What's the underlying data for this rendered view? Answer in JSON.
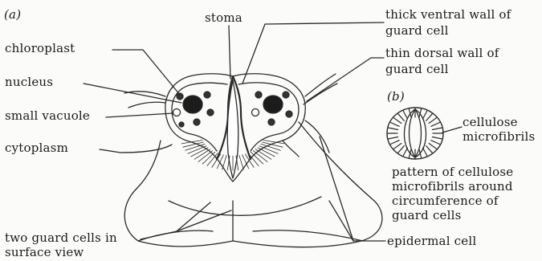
{
  "panels": {
    "a": "(a)",
    "b": "(b)"
  },
  "labels": {
    "stoma": "stoma",
    "chloroplast": "chloroplast",
    "nucleus": "nucleus",
    "small_vacuole": "small vacuole",
    "cytoplasm": "cytoplasm",
    "thick_wall_line1": "thick ventral wall of",
    "thick_wall_line2": "guard cell",
    "thin_wall_line1": "thin dorsal wall of",
    "thin_wall_line2": "guard cell",
    "cellulose_line1": "cellulose",
    "cellulose_line2": "microfibrils",
    "pattern_line1": "pattern of cellulose",
    "pattern_line2": "microfibrils around",
    "pattern_line3": "circumference of",
    "pattern_line4": "guard cells",
    "guard_cells_line1": "two guard cells in",
    "guard_cells_line2": "surface view",
    "epidermal": "epidermal cell"
  }
}
